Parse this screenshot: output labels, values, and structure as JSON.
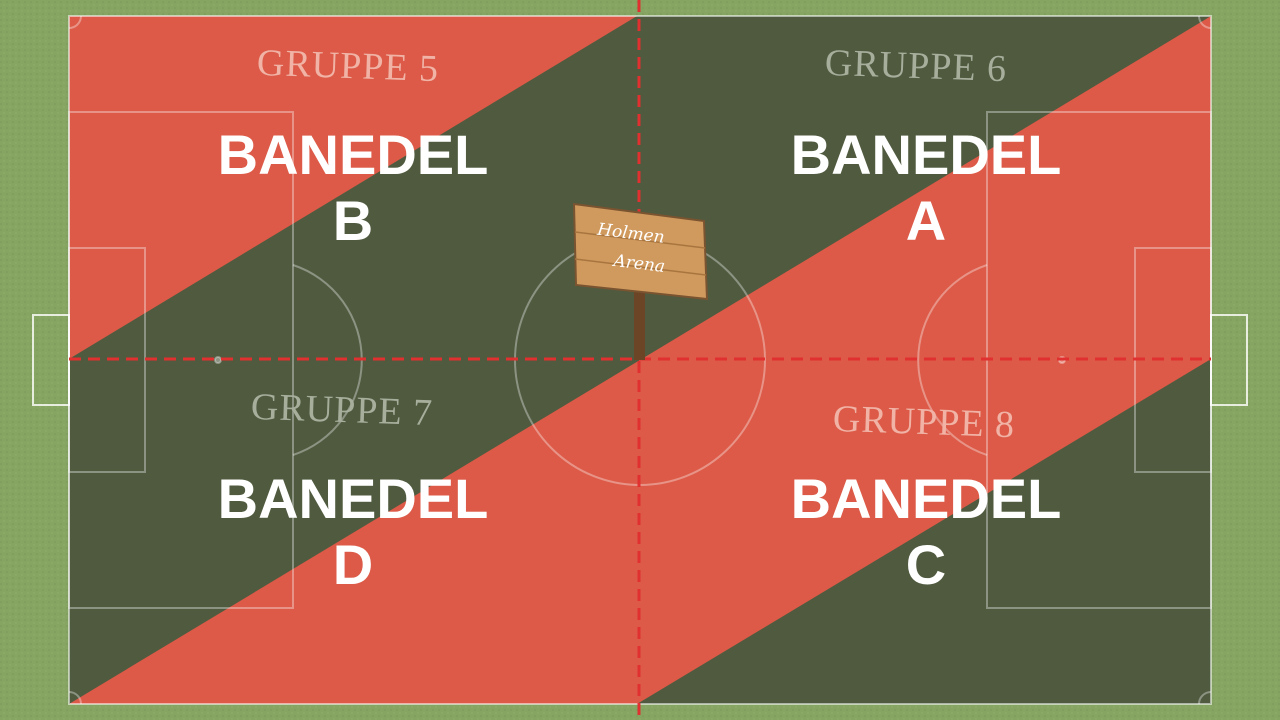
{
  "colors": {
    "grass": "#86a462",
    "red_zone": "#dc5a47",
    "dark_zone": "#4f5a3f",
    "divider": "#e03030",
    "label": "#ffffff",
    "group_on_red": "#f0b3a6",
    "group_on_dark": "#a7ae9c",
    "sign_wood": "#d09a5e"
  },
  "sections": [
    {
      "id": "B",
      "group": "GRUPPE 5",
      "line1": "BANEDEL",
      "line2": "B"
    },
    {
      "id": "A",
      "group": "GRUPPE 6",
      "line1": "BANEDEL",
      "line2": "A"
    },
    {
      "id": "D",
      "group": "GRUPPE 7",
      "line1": "BANEDEL",
      "line2": "D"
    },
    {
      "id": "C",
      "group": "GRUPPE 8",
      "line1": "BANEDEL",
      "line2": "C"
    }
  ],
  "sign": {
    "line1": "Holmen",
    "line2": "Arena"
  }
}
